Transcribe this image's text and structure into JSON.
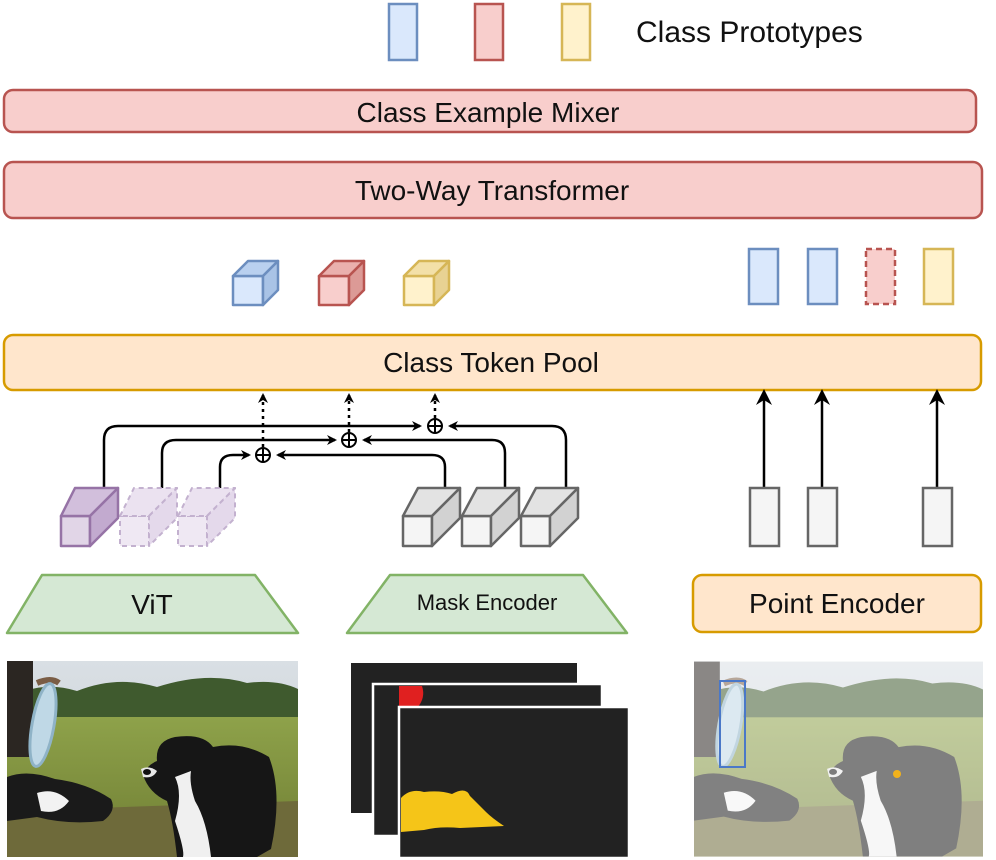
{
  "labels": {
    "class_prototypes": "Class Prototypes",
    "class_example_mixer": "Class Example Mixer",
    "two_way_transformer": "Two-Way Transformer",
    "class_token_pool": "Class Token Pool",
    "vit": "ViT",
    "mask_encoder": "Mask Encoder",
    "point_encoder": "Point Encoder"
  },
  "colors": {
    "blue_fill": "#dae8fc",
    "blue_stroke": "#6c8ebf",
    "red_fill": "#f8cecc",
    "red_stroke": "#b85450",
    "yellow_fill": "#fff2cc",
    "yellow_stroke": "#d6b656",
    "orange_fill": "#ffe6cc",
    "orange_stroke": "#d79b00",
    "green_fill": "#d5e8d4",
    "green_stroke": "#82b366",
    "purple_fill": "#e1d5e7",
    "purple_stroke": "#9673a6",
    "gray_fill": "#f5f5f5",
    "gray_stroke": "#666666",
    "mask_red": "#e02020",
    "mask_yellow": "#f5c518",
    "point_dot": "#f2b21c"
  }
}
